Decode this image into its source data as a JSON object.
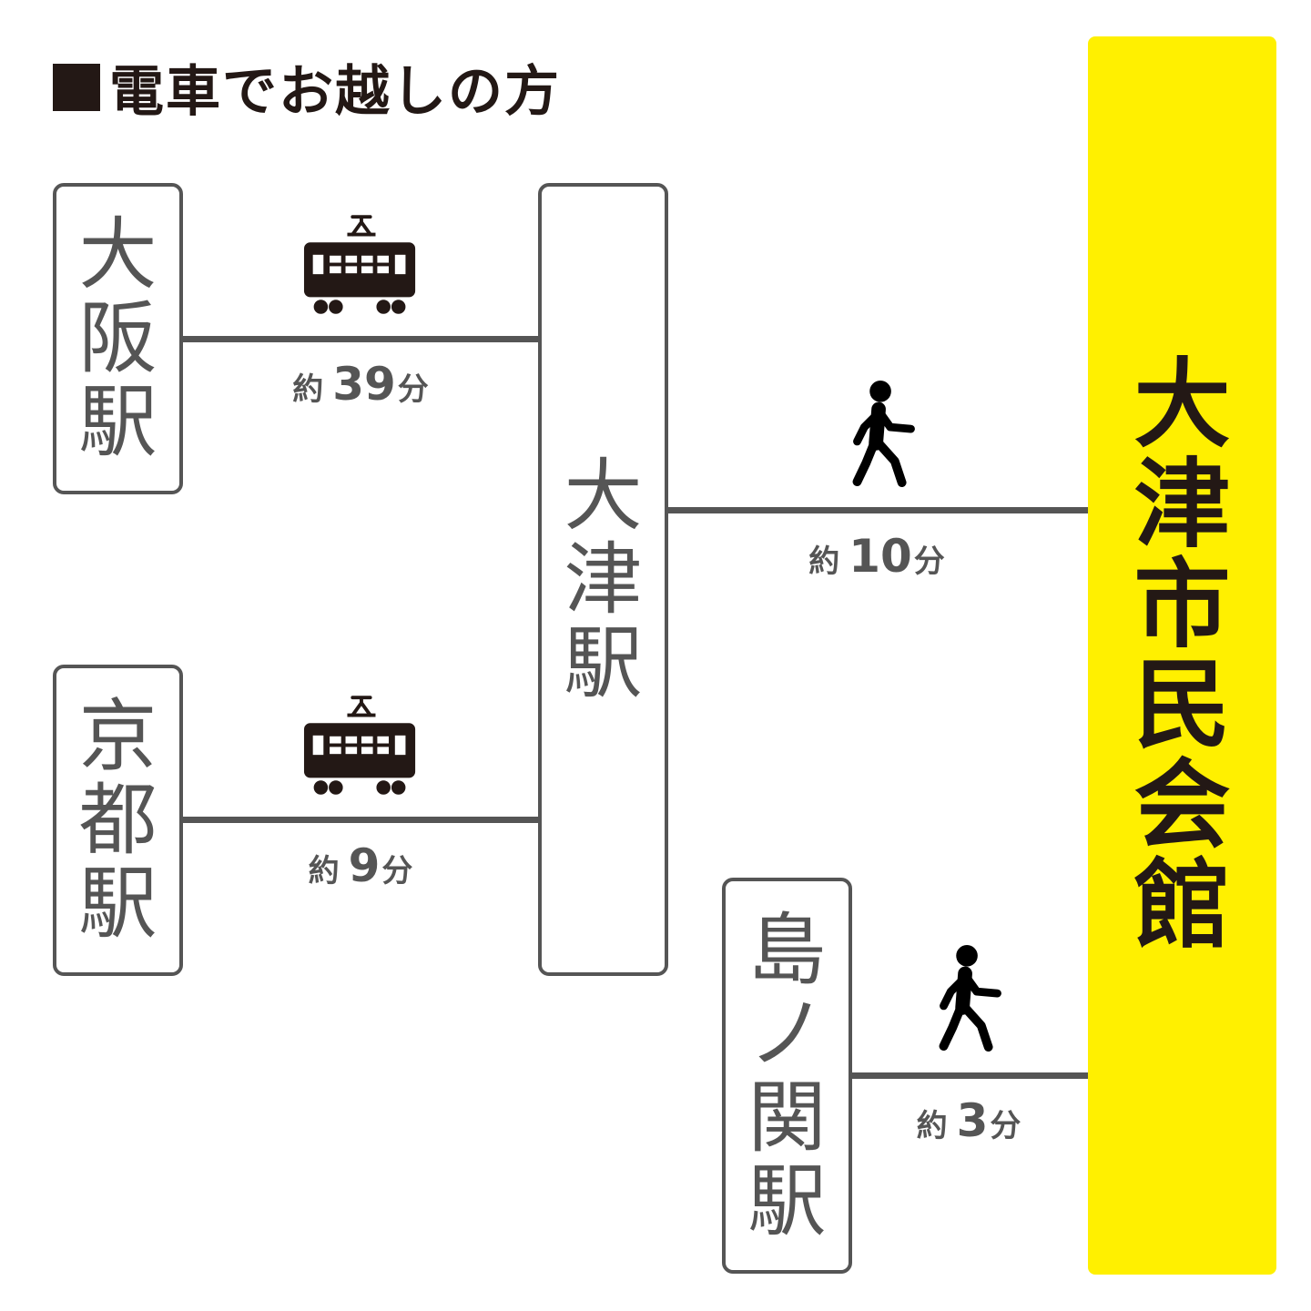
{
  "heading": {
    "text": "電車でお越しの方"
  },
  "stations": {
    "osaka": {
      "label": "大阪駅"
    },
    "kyoto": {
      "label": "京都駅"
    },
    "otsu": {
      "label": "大津駅"
    },
    "shimanoseki": {
      "label": "島ノ関駅"
    }
  },
  "destination": {
    "label": "大津市民会館",
    "color": "#fff000"
  },
  "routes": {
    "osaka_otsu": {
      "prefix": "約",
      "minutes": "39",
      "unit": "分",
      "mode": "train-icon"
    },
    "kyoto_otsu": {
      "prefix": "約",
      "minutes": "9",
      "unit": "分",
      "mode": "train-icon"
    },
    "otsu_hall": {
      "prefix": "約",
      "minutes": "10",
      "unit": "分",
      "mode": "walking-person-icon"
    },
    "shimanoseki_hall": {
      "prefix": "約",
      "minutes": "3",
      "unit": "分",
      "mode": "walking-person-icon"
    }
  },
  "colors": {
    "text_dark": "#231815",
    "line_gray": "#555555",
    "highlight": "#fff000"
  }
}
